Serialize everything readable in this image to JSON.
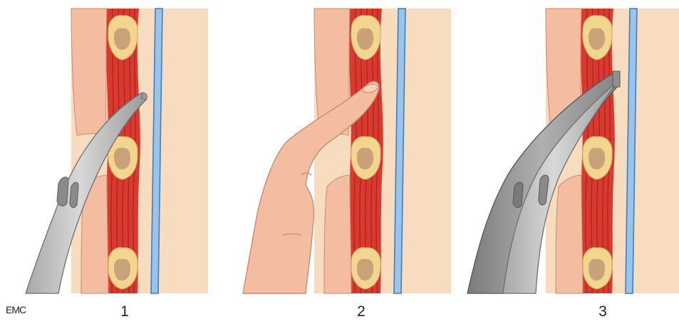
{
  "credit": "EMC",
  "panels": [
    {
      "label": "1"
    },
    {
      "label": "2"
    },
    {
      "label": "3"
    }
  ],
  "colors": {
    "skin": "#F4BCA0",
    "skin_outline": "#C98A6E",
    "background_tissue": "#F8DCC0",
    "muscle": "#D83A30",
    "muscle_stripe": "#A81E1C",
    "rib": "#F2D58E",
    "rib_marrow": "#C9A277",
    "pleura": "#9CC4E8",
    "pleura_outline": "#3C7FC2",
    "instrument": "#BDBDBD",
    "instrument_dark": "#8A8A8A"
  }
}
